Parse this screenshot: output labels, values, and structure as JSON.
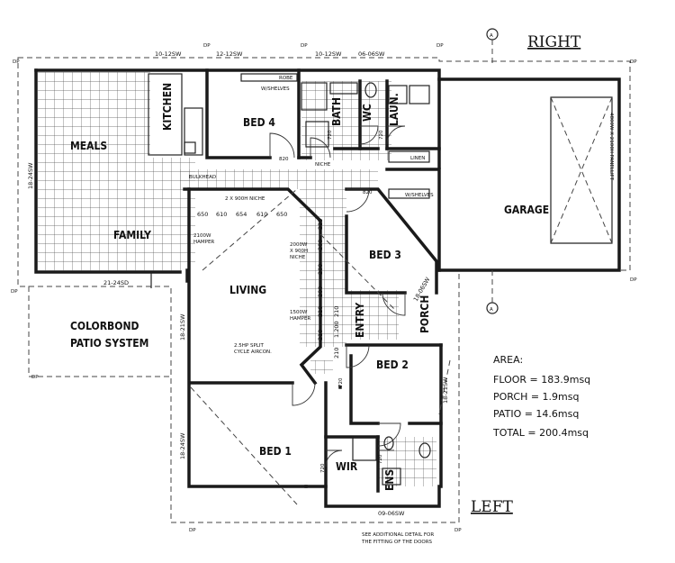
{
  "orientation": {
    "right": "RIGHT",
    "left": "LEFT"
  },
  "section_marks": {
    "a1": "A",
    "a2": "A"
  },
  "rooms": {
    "meals": "MEALS",
    "kitchen": "KITCHEN",
    "bed4": "BED 4",
    "bath": "BATH",
    "wc": "WC",
    "laun": "LAUN.",
    "garage": "GARAGE",
    "family": "FAMILY",
    "living": "LIVING",
    "bed3": "BED 3",
    "entry": "ENTRY",
    "porch": "PORCH",
    "bed2": "BED 2",
    "bed1": "BED 1",
    "wir": "WIR",
    "ens": "ENS"
  },
  "patio": {
    "line1": "COLORBOND",
    "line2": "PATIO SYSTEM"
  },
  "windows": {
    "w1": "10-12SW",
    "w2": "12-12SW",
    "w3": "10-12SW",
    "w4": "06-06SW",
    "w5": "18-24SW",
    "w6": "21-24SD",
    "w7": "18-21SW",
    "w8": "18-24SW",
    "w9": "18-06SW",
    "w10": "18-21SW",
    "w11": "09-06SW"
  },
  "annotations": {
    "dp": "DP",
    "robe": "ROBE",
    "shelves": "W/SHELVES",
    "shelves2": "W/SHELVES",
    "linen": "LINEN",
    "bulkhead": "BULKHEAD",
    "niche_top": "2 X 900H NICHE",
    "niche": "NICHE",
    "hamper_l1": "2100W",
    "hamper_l2": "HAMPER",
    "niche_r1": "2000W",
    "niche_r2": "X 900H",
    "niche_r3": "NICHE",
    "hamper_r1": "1500W",
    "hamper_r2": "HAMPER",
    "aircon1": "2.5HP SPLIT",
    "aircon2": "CYCLE AIRCON.",
    "door_d1": "820",
    "door_d2": "820",
    "door_d3": "720",
    "door_d4": "720",
    "door_d5": "720",
    "door_d6": "720",
    "door_d7": "720",
    "garage_door": "4800W X 2100H PANELLIFT",
    "note1": "SEE ADDITIONAL DETAIL FOR",
    "note2": "THE FITTING OF THE DOORS"
  },
  "dims_top": [
    "650",
    "610",
    "654",
    "610",
    "650"
  ],
  "dims_vert": [
    "225",
    "200",
    "200",
    "200",
    "210",
    "210"
  ],
  "dims_vert2": [
    "210",
    "1.200",
    "210"
  ],
  "area": {
    "heading": "AREA:",
    "floor": "FLOOR = 183.9msq",
    "porch": "PORCH = 1.9msq",
    "patio": "PATIO = 14.6msq",
    "total": "TOTAL = 200.4msq"
  }
}
